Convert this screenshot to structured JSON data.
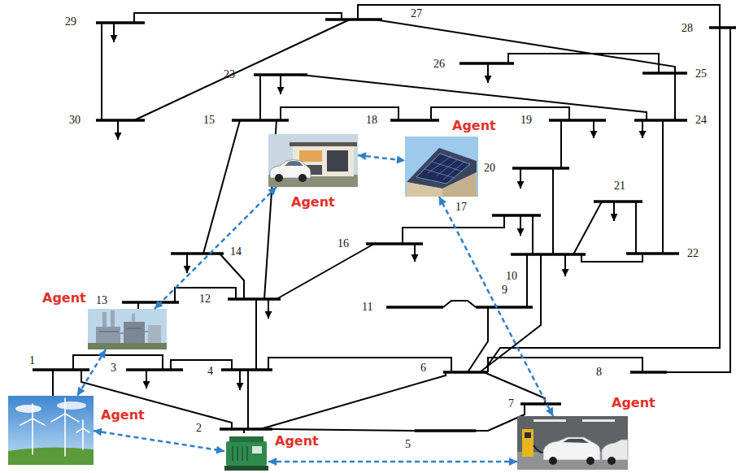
{
  "diagram": {
    "nodes": [
      {
        "text": [
          "Agent"
        ]
      },
      {
        "text": [
          "Agent"
        ]
      },
      {
        "text": [
          "Agent"
        ]
      },
      {
        "text": [
          "Agent"
        ]
      },
      {
        "text": [
          "Agent"
        ]
      },
      {
        "text": [
          "Agent"
        ]
      }
    ],
    "edges": [
      {
        "from": 0,
        "to": 1,
        "arrow": "both"
      },
      {
        "from": 0,
        "to": 2,
        "arrow": "both"
      },
      {
        "from": 2,
        "to": 3,
        "arrow": "both"
      },
      {
        "from": 3,
        "to": 4,
        "arrow": "both"
      },
      {
        "from": 4,
        "to": 5,
        "arrow": "both"
      },
      {
        "from": 5,
        "to": 1,
        "arrow": "both"
      }
    ],
    "labels": [
      "29",
      "27",
      "28",
      "26",
      "23",
      "25",
      "30",
      "15",
      "18",
      "19",
      "24",
      "20",
      "21",
      "17",
      "16",
      "14",
      "22",
      "10",
      "9",
      "11",
      "13",
      "12",
      "1",
      "3",
      "4",
      "6",
      "8",
      "7",
      "2",
      "5"
    ]
  }
}
